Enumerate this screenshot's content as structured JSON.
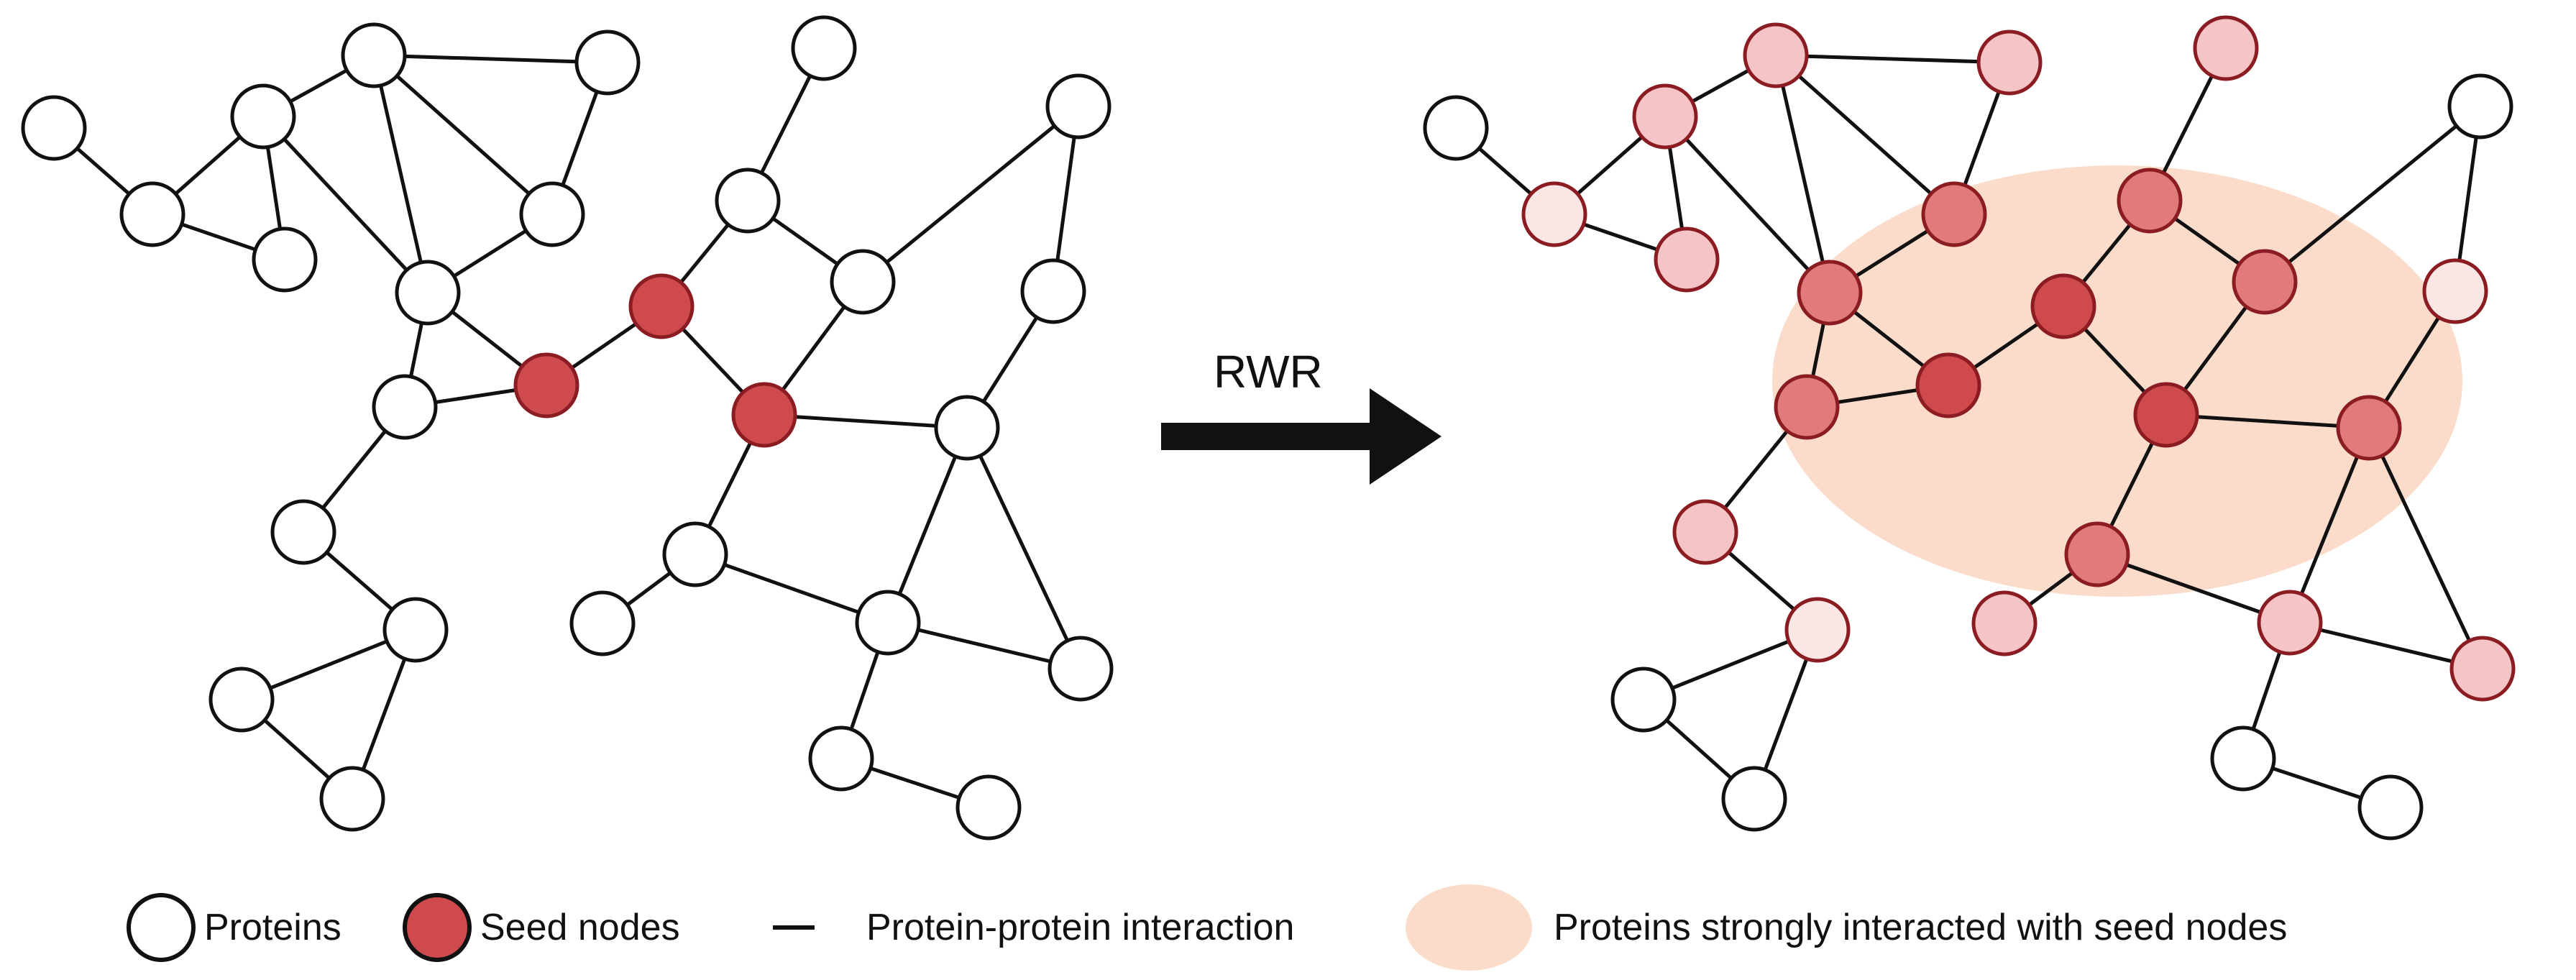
{
  "arrow_label": "RWR",
  "legend": {
    "proteins": "Proteins",
    "seed_nodes": "Seed nodes",
    "interaction": "Protein-protein interaction",
    "strong": "Proteins strongly interacted with seed nodes"
  },
  "colors": {
    "protein_fill": "#ffffff",
    "seed_fill": "#cf4a4c",
    "strong_region": "#fbdcca",
    "edge": "#111111",
    "scores_pale": "#fbe6e6",
    "scores_light": "#f4c4c6",
    "scores_mid": "#e07a7c",
    "scores_dark": "#cf4a4c"
  }
}
